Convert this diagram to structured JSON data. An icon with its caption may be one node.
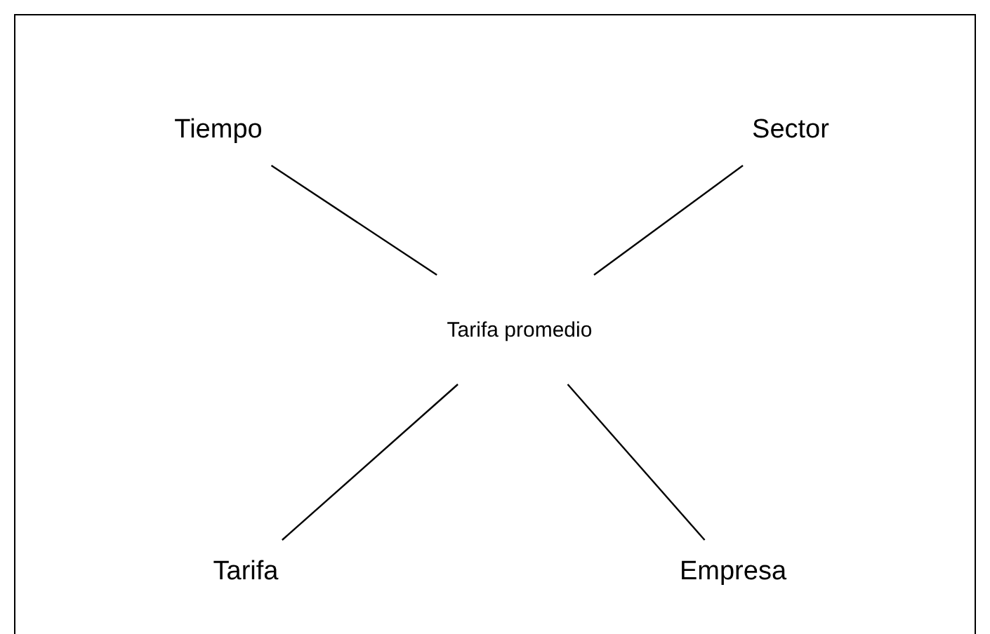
{
  "diagram": {
    "nodes": [
      {
        "text": [
          "Tarifa promedio"
        ]
      },
      {
        "text": [
          "Tiempo"
        ]
      },
      {
        "text": [
          "Sector"
        ]
      },
      {
        "text": [
          "Tarifa"
        ]
      },
      {
        "text": [
          "Empresa"
        ]
      }
    ],
    "edges": [
      {
        "from": 0,
        "to": 1,
        "arrow": "none"
      },
      {
        "from": 0,
        "to": 2,
        "arrow": "none"
      },
      {
        "from": 0,
        "to": 3,
        "arrow": "none"
      },
      {
        "from": 0,
        "to": 4,
        "arrow": "none"
      }
    ]
  }
}
